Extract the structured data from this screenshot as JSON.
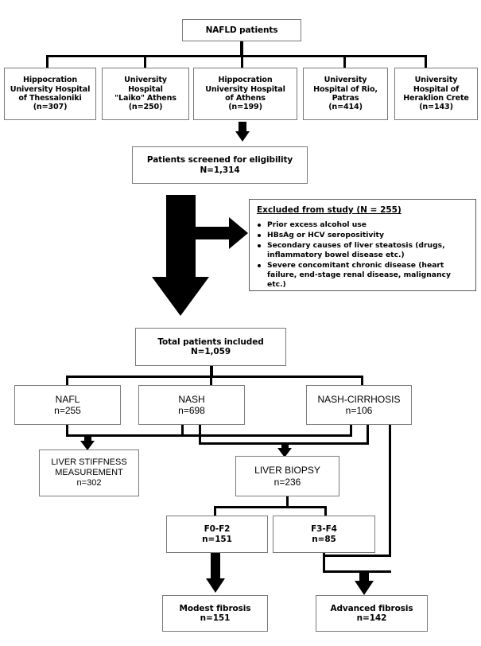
{
  "chart_data": {
    "type": "diagram",
    "title": "NAFLD patient study flow diagram",
    "subtype": "CONSORT-style flowchart",
    "nodes": [
      {
        "id": "nafld",
        "label": "NAFLD patients",
        "n": null
      },
      {
        "id": "site1",
        "label": "Hippocration University Hospital of Thessaloniki",
        "n": 307
      },
      {
        "id": "site2",
        "label": "University Hospital \"Laiko\" Athens",
        "n": 250
      },
      {
        "id": "site3",
        "label": "Hippocration University Hospital of Athens",
        "n": 199
      },
      {
        "id": "site4",
        "label": "University Hospital of Rio, Patras",
        "n": 414
      },
      {
        "id": "site5",
        "label": "University Hospital of Heraklion Crete",
        "n": 143
      },
      {
        "id": "screened",
        "label": "Patients screened for eligibility",
        "n": 1314
      },
      {
        "id": "excluded",
        "label": "Excluded from study",
        "n": 255
      },
      {
        "id": "included",
        "label": "Total patients included",
        "n": 1059
      },
      {
        "id": "nafl",
        "label": "NAFL",
        "n": 255
      },
      {
        "id": "nash",
        "label": "NASH",
        "n": 698
      },
      {
        "id": "nash_cirrhosis",
        "label": "NASH-CIRRHOSIS",
        "n": 106
      },
      {
        "id": "lsm",
        "label": "LIVER STIFFNESS MEASUREMENT",
        "n": 302
      },
      {
        "id": "biopsy",
        "label": "LIVER BIOPSY",
        "n": 236
      },
      {
        "id": "f0f2",
        "label": "F0-F2",
        "n": 151
      },
      {
        "id": "f3f4",
        "label": "F3-F4",
        "n": 85
      },
      {
        "id": "modest",
        "label": "Modest fibrosis",
        "n": 151
      },
      {
        "id": "advanced",
        "label": "Advanced fibrosis",
        "n": 142
      }
    ],
    "edges": [
      {
        "from": "nafld",
        "to": "site1"
      },
      {
        "from": "nafld",
        "to": "site2"
      },
      {
        "from": "nafld",
        "to": "site3"
      },
      {
        "from": "nafld",
        "to": "site4"
      },
      {
        "from": "nafld",
        "to": "site5"
      },
      {
        "from": "site3",
        "to": "screened"
      },
      {
        "from": "screened",
        "to": "excluded"
      },
      {
        "from": "screened",
        "to": "included"
      },
      {
        "from": "included",
        "to": "nafl"
      },
      {
        "from": "included",
        "to": "nash"
      },
      {
        "from": "included",
        "to": "nash_cirrhosis"
      },
      {
        "from": "nafl",
        "to": "lsm"
      },
      {
        "from": "nash",
        "to": "lsm"
      },
      {
        "from": "nash_cirrhosis",
        "to": "lsm"
      },
      {
        "from": "nash",
        "to": "biopsy"
      },
      {
        "from": "nash_cirrhosis",
        "to": "biopsy"
      },
      {
        "from": "biopsy",
        "to": "f0f2"
      },
      {
        "from": "biopsy",
        "to": "f3f4"
      },
      {
        "from": "f0f2",
        "to": "modest"
      },
      {
        "from": "f3f4",
        "to": "advanced"
      },
      {
        "from": "nash_cirrhosis",
        "to": "advanced"
      }
    ]
  },
  "root": {
    "title": "NAFLD patients"
  },
  "sites": [
    {
      "line1": "Hippocration",
      "line2": "University Hospital",
      "line3": "of Thessaloniki",
      "count": "(n=307)"
    },
    {
      "line1": "University",
      "line2": "Hospital",
      "line3": "\"Laiko\" Athens",
      "count": "(n=250)"
    },
    {
      "line1": "Hippocration",
      "line2": "University Hospital",
      "line3": "of Athens",
      "count": "(n=199)"
    },
    {
      "line1": "University",
      "line2": "Hospital of Rio,",
      "line3": "Patras",
      "count": "(n=414)"
    },
    {
      "line1": "University",
      "line2": "Hospital of",
      "line3": "Heraklion Crete",
      "count": "(n=143)"
    }
  ],
  "screened": {
    "line1": "Patients screened for eligibility",
    "line2": "N=1,314"
  },
  "excluded": {
    "title": "Excluded from study (N = 255)",
    "items": [
      "Prior excess alcohol use",
      "HBsAg or HCV seropositivity",
      "Secondary causes of liver steatosis (drugs, inflammatory bowel disease etc.)",
      "Severe concomitant chronic disease (heart failure, end-stage renal disease, malignancy etc.)"
    ],
    "item3_line1": "Secondary causes of liver steatosis (drugs,",
    "item3_line2": "inflammatory bowel disease etc.)",
    "item4_line1": "Severe concomitant chronic disease (heart",
    "item4_line2": "failure, end-stage renal disease, malignancy etc.)"
  },
  "included": {
    "line1": "Total patients included",
    "line2": "N=1,059"
  },
  "groups": [
    {
      "label": "NAFL",
      "count": "n=255"
    },
    {
      "label": "NASH",
      "count": "n=698"
    },
    {
      "label": "NASH-CIRRHOSIS",
      "count": "n=106"
    }
  ],
  "lsm": {
    "line1": "LIVER STIFFNESS",
    "line2": "MEASUREMENT",
    "count": "n=302"
  },
  "biopsy": {
    "label": "LIVER BIOPSY",
    "count": "n=236"
  },
  "stages": [
    {
      "label": "F0-F2",
      "count": "n=151"
    },
    {
      "label": "F3-F4",
      "count": "n=85"
    }
  ],
  "outcomes": [
    {
      "label": "Modest fibrosis",
      "count": "n=151"
    },
    {
      "label": "Advanced fibrosis",
      "count": "n=142"
    }
  ],
  "colors": {
    "line": "#000000",
    "box_border": "#7a7a7a",
    "background": "#ffffff",
    "text": "#000000"
  }
}
